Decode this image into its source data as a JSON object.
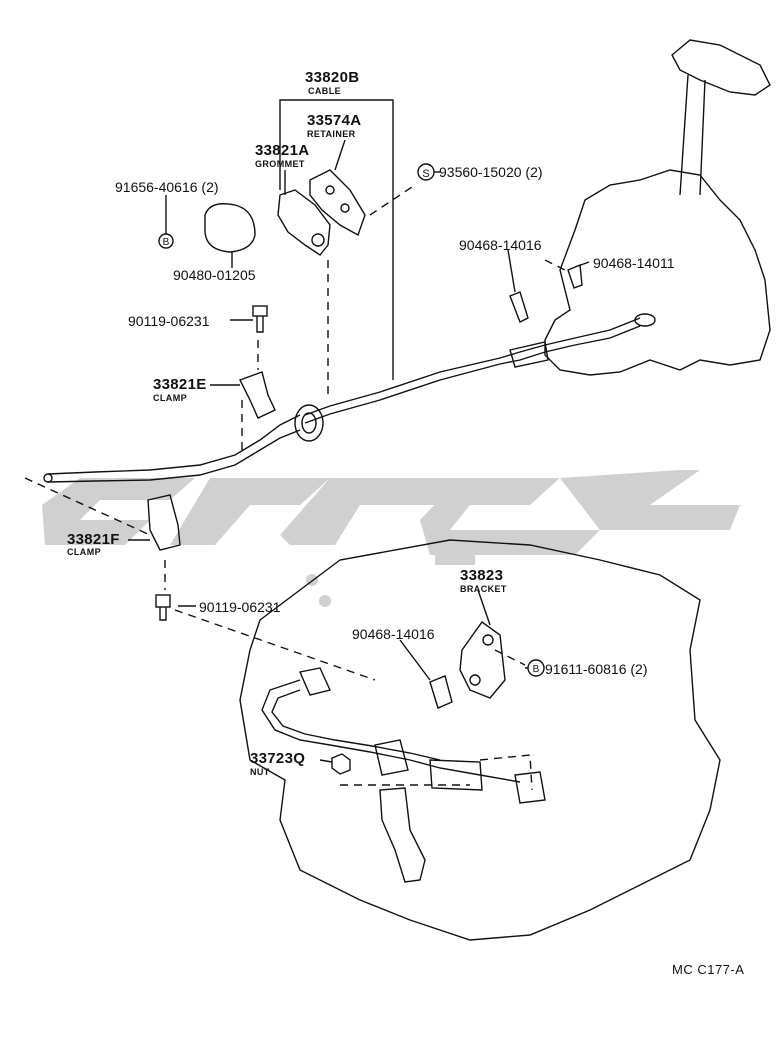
{
  "parts": {
    "cable": {
      "number": "33820B",
      "name": "CABLE"
    },
    "retainer": {
      "number": "33574A",
      "name": "RETAINER"
    },
    "grommet": {
      "number": "33821A",
      "name": "GROMMET"
    },
    "clamp_e": {
      "number": "33821E",
      "name": "CLAMP"
    },
    "clamp_f": {
      "number": "33821F",
      "name": "CLAMP"
    },
    "bracket": {
      "number": "33823",
      "name": "BRACKET"
    },
    "nut": {
      "number": "33723Q",
      "name": "NUT"
    },
    "p91656": "91656-40616 (2)",
    "p90480": "90480-01205",
    "p90119_top": "90119-06231",
    "p90119_bottom": "90119-06231",
    "p93560": "93560-15020 (2)",
    "p90468_a": "90468-14016",
    "p90468_b": "90468-14011",
    "p90468_c": "90468-14016",
    "p91611": "91611-60816 (2)"
  },
  "markers": {
    "s": "S",
    "b": "B"
  },
  "diagram_code": "MC C177-A",
  "watermark_color": "#c8c8c8"
}
